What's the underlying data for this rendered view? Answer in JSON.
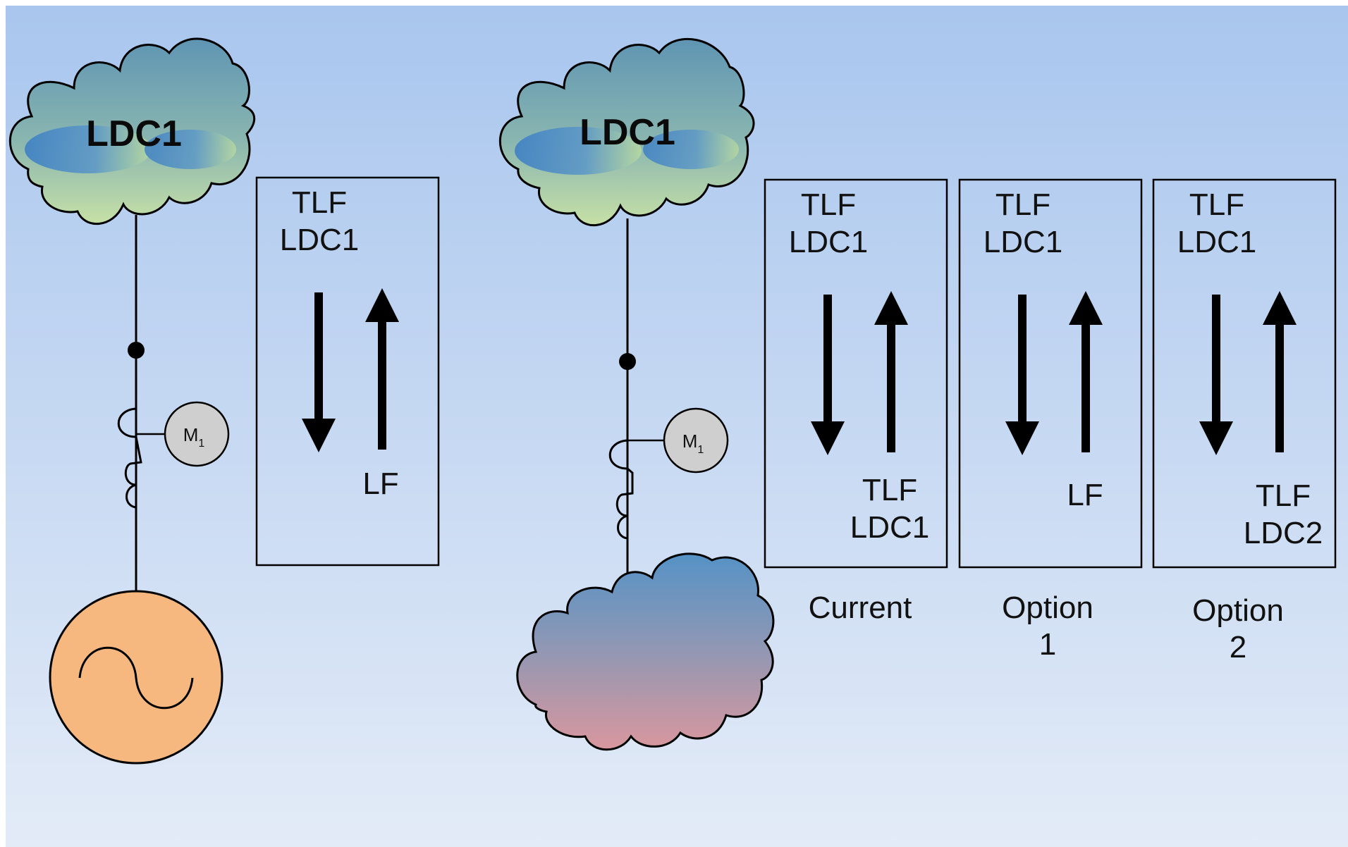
{
  "colors": {
    "background_top": "#a9c6ee",
    "background_bottom": "#e3ebf7",
    "cloud_top": "#5f95b3",
    "cloud_bottom": "#c6e0a6",
    "cloud_bottom_alt": "#d9979e",
    "cloud_bottom_alt_top": "#5592c6",
    "generator": "#f7b880",
    "meter": "#cfcfcf",
    "ink": "#000000"
  },
  "left_diagram": {
    "cloud_label": "LDC1",
    "meter_label": "M",
    "meter_subscript": "1",
    "generator_icon": "sine-wave-icon",
    "box": {
      "top_line1": "TLF",
      "top_line2": "LDC1",
      "bottom_line1": "LF",
      "bottom_line2": ""
    }
  },
  "right_diagram": {
    "cloud_label": "LDC1",
    "meter_label": "M",
    "meter_subscript": "1",
    "boxes": [
      {
        "top_line1": "TLF",
        "top_line2": "LDC1",
        "bottom_line1": "TLF",
        "bottom_line2": "LDC1",
        "caption_line1": "Current",
        "caption_line2": ""
      },
      {
        "top_line1": "TLF",
        "top_line2": "LDC1",
        "bottom_line1": "LF",
        "bottom_line2": "",
        "caption_line1": "Option",
        "caption_line2": "1"
      },
      {
        "top_line1": "TLF",
        "top_line2": "LDC1",
        "bottom_line1": "TLF",
        "bottom_line2": "LDC2",
        "caption_line1": "Option",
        "caption_line2": "2"
      }
    ]
  }
}
